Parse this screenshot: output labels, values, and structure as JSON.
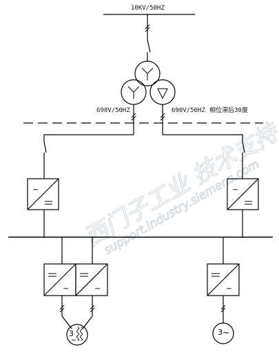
{
  "labels": {
    "grid_supply": "10KV/50HZ",
    "secondary_left": "690V/50HZ",
    "secondary_right": "690V/50HZ",
    "phase_shift": "相位滞后30度"
  },
  "motor_left": {
    "phase_digit": "3",
    "wave": "~"
  },
  "motor_right": {
    "phase_digit": "3",
    "wave": "~"
  },
  "watermark": {
    "line1": "西门子工业 技术支持",
    "line2": "support.industry.siemens.com"
  }
}
